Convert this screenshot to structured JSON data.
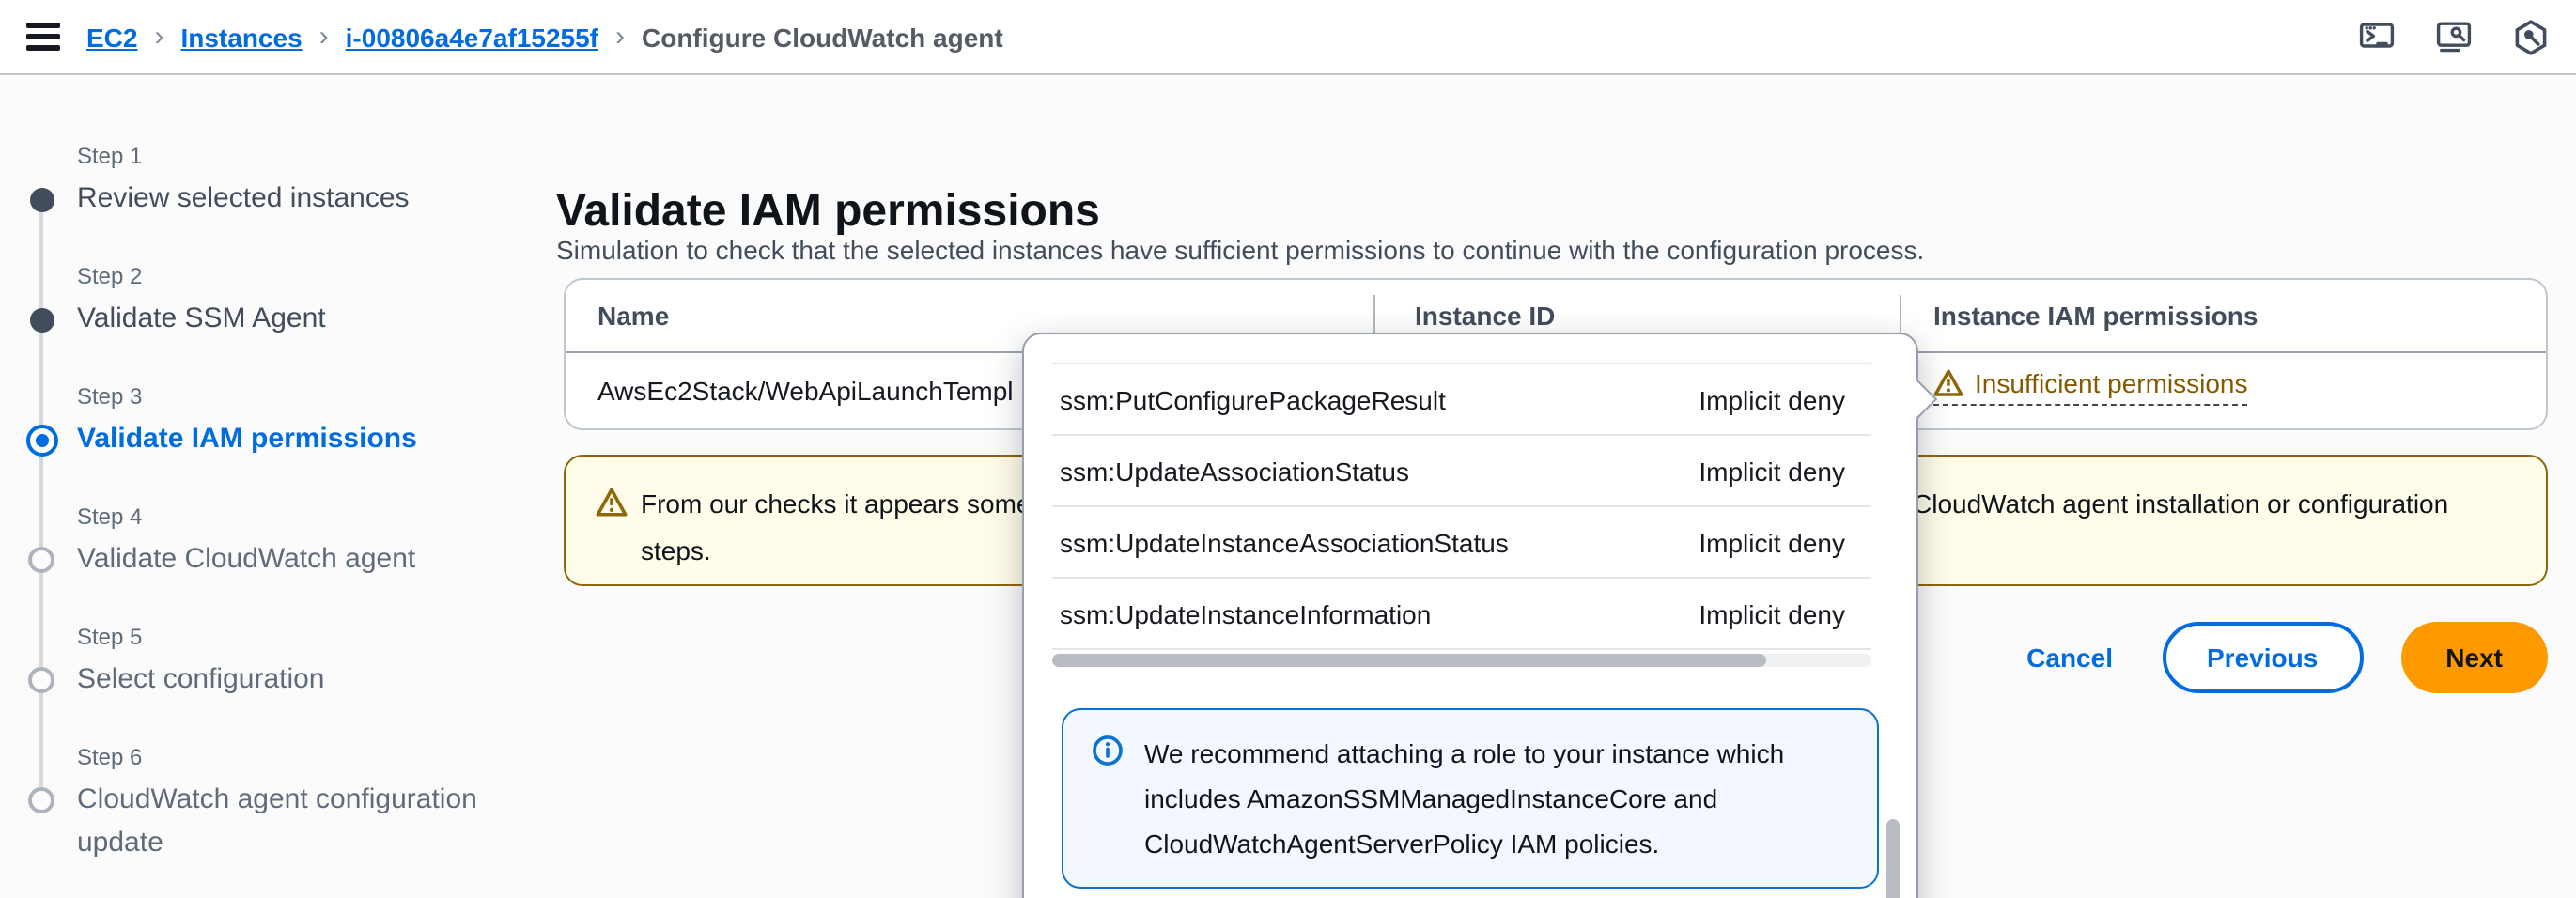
{
  "header": {
    "breadcrumbs": [
      {
        "label": "EC2"
      },
      {
        "label": "Instances"
      },
      {
        "label": "i-00806a4e7af15255f"
      },
      {
        "label": "Configure CloudWatch agent"
      }
    ],
    "toolbar_icons": [
      "cloudshell-icon",
      "diagnostics-icon",
      "systems-manager-icon"
    ]
  },
  "steps": [
    {
      "label": "Step 1",
      "title": "Review selected instances",
      "state": "complete"
    },
    {
      "label": "Step 2",
      "title": "Validate SSM Agent",
      "state": "complete"
    },
    {
      "label": "Step 3",
      "title": "Validate IAM permissions",
      "state": "active"
    },
    {
      "label": "Step 4",
      "title": "Validate CloudWatch agent",
      "state": "upcoming"
    },
    {
      "label": "Step 5",
      "title": "Select configuration",
      "state": "upcoming"
    },
    {
      "label": "Step 6",
      "title": "CloudWatch agent configuration update",
      "state": "upcoming"
    }
  ],
  "content": {
    "title": "Validate IAM permissions",
    "description": "Simulation to check that the selected instances have sufficient permissions to continue with the configuration process.",
    "table": {
      "columns": [
        "Name",
        "Instance ID",
        "Instance IAM permissions"
      ],
      "row": {
        "name": "AwsEc2Stack/WebApiLaunchTempl",
        "iam_status": "Insufficient permissions"
      }
    },
    "warning_banner": {
      "text_start": "From our checks it appears some",
      "text_end": "CloudWatch agent installation or configuration",
      "text_line2": "steps."
    },
    "buttons": {
      "cancel": "Cancel",
      "previous": "Previous",
      "next": "Next"
    }
  },
  "popover": {
    "rows": [
      {
        "action": "ssm:PutConfigurePackageResult",
        "decision": "Implicit deny"
      },
      {
        "action": "ssm:UpdateAssociationStatus",
        "decision": "Implicit deny"
      },
      {
        "action": "ssm:UpdateInstanceAssociationStatus",
        "decision": "Implicit deny"
      },
      {
        "action": "ssm:UpdateInstanceInformation",
        "decision": "Implicit deny"
      }
    ],
    "info_message": "We recommend attaching a role to your instance which includes AmazonSSMManagedInstanceCore and CloudWatchAgentServerPolicy IAM policies."
  },
  "colors": {
    "accent_blue": "#006ce0",
    "warning_text": "#855900",
    "warning_border": "#8d6708",
    "warning_bg": "#fffce9",
    "info_border": "#0972d3",
    "info_bg": "#f2f8fd",
    "primary_button_bg": "#ff9900"
  }
}
